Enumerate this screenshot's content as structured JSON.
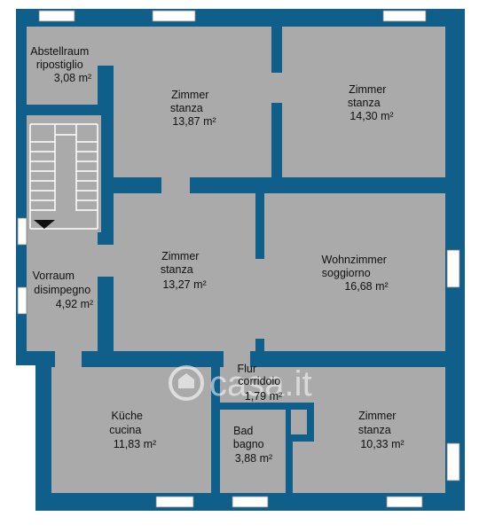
{
  "rooms": [
    {
      "id": "abstellraum",
      "lines": [
        "Abstellraum",
        "ripostiglio",
        "3,08 m²"
      ]
    },
    {
      "id": "zimmer-1",
      "lines": [
        "Zimmer",
        "stanza",
        "13,87 m²"
      ]
    },
    {
      "id": "zimmer-2",
      "lines": [
        "Zimmer",
        "stanza",
        "14,30 m²"
      ]
    },
    {
      "id": "zimmer-3",
      "lines": [
        "Zimmer",
        "stanza",
        "13,27 m²"
      ]
    },
    {
      "id": "wohnzimmer",
      "lines": [
        "Wohnzimmer",
        "soggiorno",
        "16,68 m²"
      ]
    },
    {
      "id": "vorraum",
      "lines": [
        "Vorraum",
        "disimpegno",
        "4,92 m²"
      ]
    },
    {
      "id": "flur",
      "lines": [
        "Flur",
        "corridoio",
        "1,79 m²"
      ]
    },
    {
      "id": "kueche",
      "lines": [
        "Küche",
        "cucina",
        "11,83 m²"
      ]
    },
    {
      "id": "bad",
      "lines": [
        "Bad",
        "bagno",
        "3,88 m²"
      ]
    },
    {
      "id": "zimmer-4",
      "lines": [
        "Zimmer",
        "stanza",
        "10,33 m²"
      ]
    }
  ],
  "watermark": "casa.it",
  "colors": {
    "wall": "#0f5f8a",
    "room": "#aaaaaa"
  }
}
